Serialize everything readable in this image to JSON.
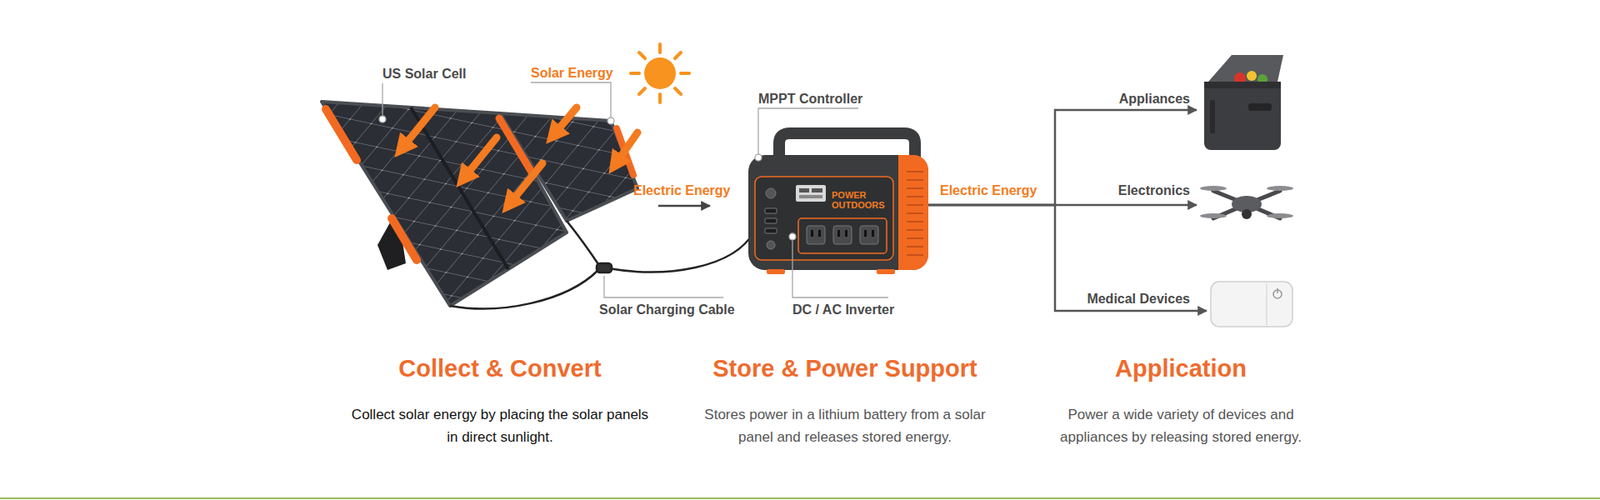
{
  "diagram": {
    "nodes": [
      {
        "text": [
          "POWER OUTDOORS"
        ]
      },
      {
        "text": [
          "Appliances"
        ]
      },
      {
        "text": [
          "Electronics"
        ]
      },
      {
        "text": [
          "Medical Devices"
        ]
      }
    ],
    "edges": [
      {
        "from": 0,
        "to": 1,
        "arrow": "to"
      },
      {
        "from": 0,
        "to": 2,
        "label": "Electric Energy",
        "arrow": "to"
      },
      {
        "from": 0,
        "to": 3,
        "arrow": "to"
      }
    ],
    "labels": [
      "US Solar Cell",
      "Solar Energy",
      "Electric Energy",
      "MPPT Controller",
      "Solar Charging Cable",
      "DC / AC Inverter",
      "Collect & Convert",
      "Collect solar energy by placing the solar panels in direct sunlight.",
      "Store & Power Support",
      "Stores power in a lithium battery from a solar panel and releases stored energy.",
      "Application",
      "Power a wide variety of devices and appliances by releasing stored energy."
    ]
  }
}
